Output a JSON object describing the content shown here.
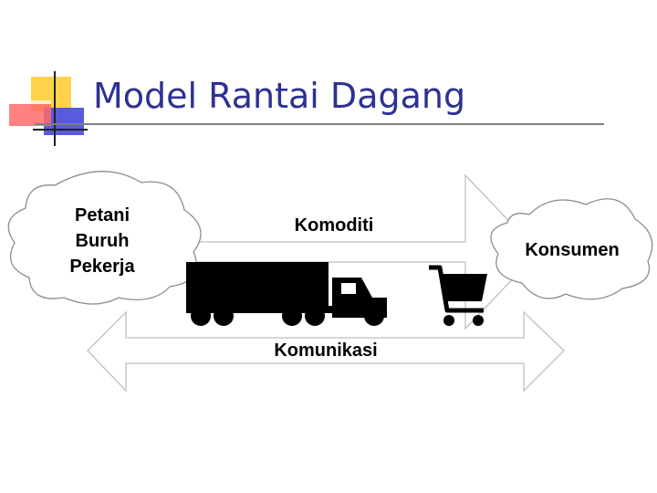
{
  "slide": {
    "title": "Model Rantai Dagang"
  },
  "diagram": {
    "source_lines": [
      "Petani",
      "Buruh",
      "Pekerja"
    ],
    "destination": "Konsumen",
    "top_arrow_label": "Komoditi",
    "bottom_arrow_label": "Komunikasi"
  },
  "icons": {
    "truck": "truck-icon",
    "cart": "shopping-cart-icon"
  },
  "colors": {
    "title": "#2e3192",
    "logo_yellow": "#ffd24a",
    "logo_red": "#ff6b6b",
    "logo_blue": "#5a5ae0",
    "outline": "#bfbfbf"
  }
}
